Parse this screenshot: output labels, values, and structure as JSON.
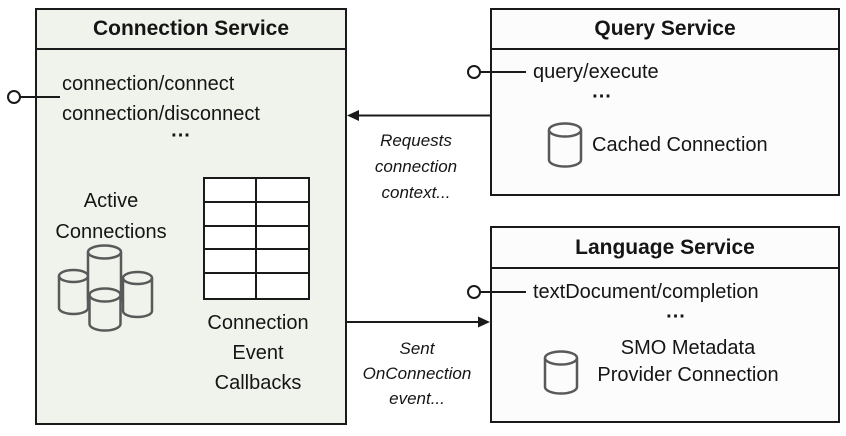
{
  "diagram": {
    "kind": "service-architecture-diagram",
    "colors": {
      "connection_box_bg": "#f0f3eb",
      "service_box_bg": "#fcfcfd",
      "border": "#1a1a1a",
      "cylinder_stroke": "#595959",
      "text": "#151515"
    }
  },
  "connection_service": {
    "title": "Connection Service",
    "methods": [
      "connection/connect",
      "connection/disconnect"
    ],
    "ellipsis": "...",
    "active_connections": {
      "lines": [
        "Active",
        "Connections"
      ]
    },
    "callbacks_table": {
      "rows": 5,
      "cols": 2
    },
    "callbacks_label": {
      "lines": [
        "Connection",
        "Event",
        "Callbacks"
      ]
    }
  },
  "query_service": {
    "title": "Query Service",
    "methods": [
      "query/execute"
    ],
    "ellipsis": "...",
    "cached_connection_label": "Cached Connection"
  },
  "language_service": {
    "title": "Language Service",
    "methods": [
      "textDocument/completion"
    ],
    "ellipsis": "...",
    "connection_label": {
      "lines": [
        "SMO Metadata",
        "Provider Connection"
      ]
    }
  },
  "flows": [
    {
      "from": "query_service",
      "to": "connection_service",
      "direction": "right-to-left",
      "label_lines": [
        "Requests",
        "connection",
        "context..."
      ]
    },
    {
      "from": "connection_service",
      "to": "language_service",
      "direction": "left-to-right",
      "label_lines": [
        "Sent",
        "OnConnection",
        "event..."
      ]
    }
  ]
}
